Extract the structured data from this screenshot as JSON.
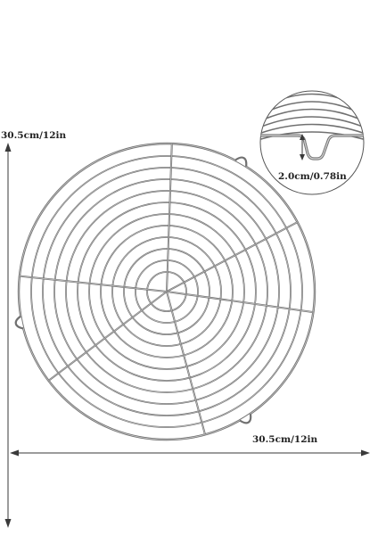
{
  "product": {
    "height_label": "30.5cm/12in",
    "width_label": "30.5cm/12in",
    "foot_height_label": "2.0cm/0.78in"
  },
  "colors": {
    "wire": "#707070",
    "wire_highlight": "#c9c9c9",
    "arrow": "#3a3a3a",
    "text": "#222222"
  },
  "rack": {
    "ring_count": 12,
    "spoke_count": 6
  }
}
